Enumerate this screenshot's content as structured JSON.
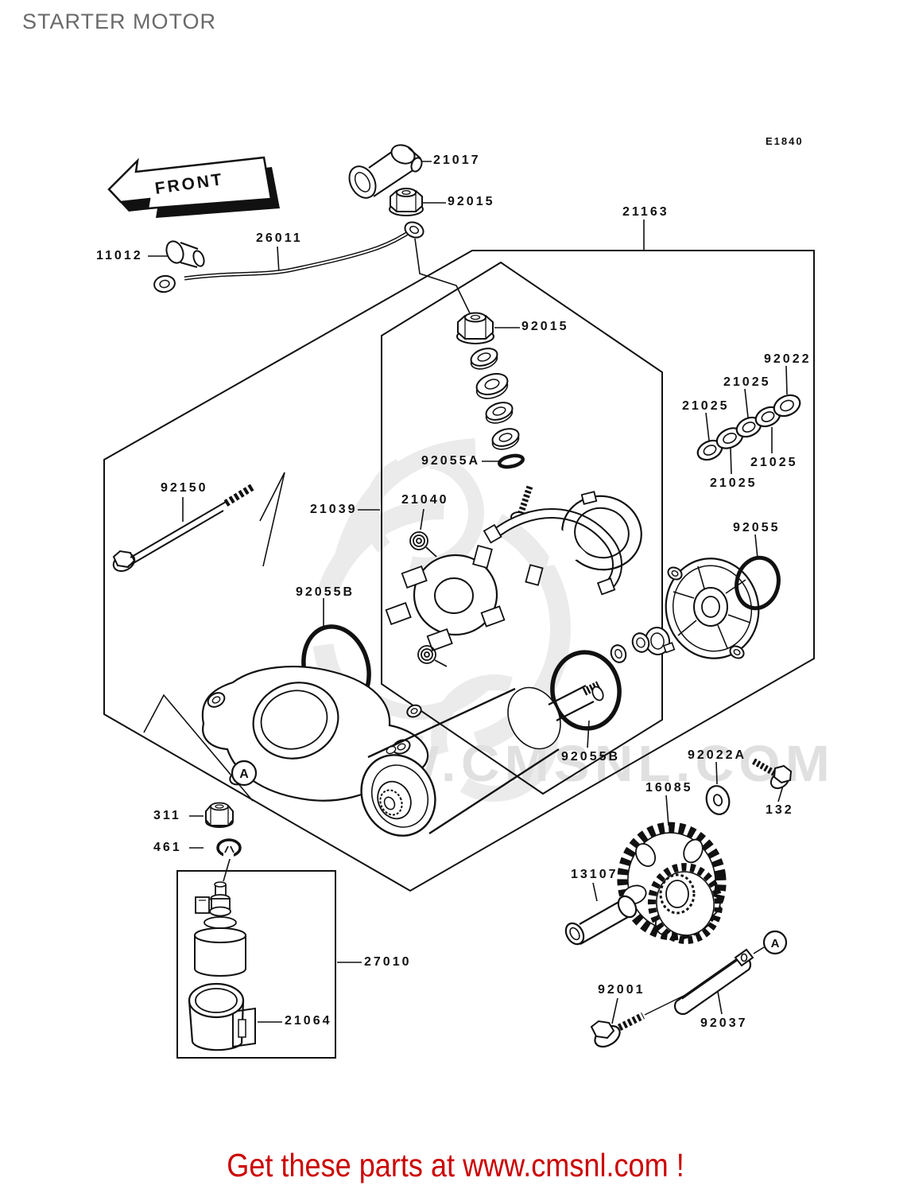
{
  "page": {
    "title": "STARTER MOTOR",
    "diagram_code": "E1840",
    "footer": "Get these parts at www.cmsnl.com !"
  },
  "watermark": {
    "text": "WWW.CMSNL.COM"
  },
  "markers": {
    "front": "FRONT",
    "detail": "A"
  },
  "colors": {
    "line": "#111111",
    "title_gray": "#6a6a6a",
    "footer_red": "#cc0000",
    "watermark_gray": "#e0e0e0",
    "background": "#ffffff"
  },
  "part_labels": [
    "21017",
    "92015",
    "26011",
    "11012",
    "21163",
    "92015",
    "92022",
    "21025",
    "21025",
    "21025",
    "21025",
    "92055A",
    "92150",
    "21039",
    "21040",
    "92055",
    "92055B",
    "92055B",
    "92022A",
    "16085",
    "132",
    "311",
    "461",
    "13107",
    "27010",
    "21064",
    "92001",
    "92037"
  ]
}
